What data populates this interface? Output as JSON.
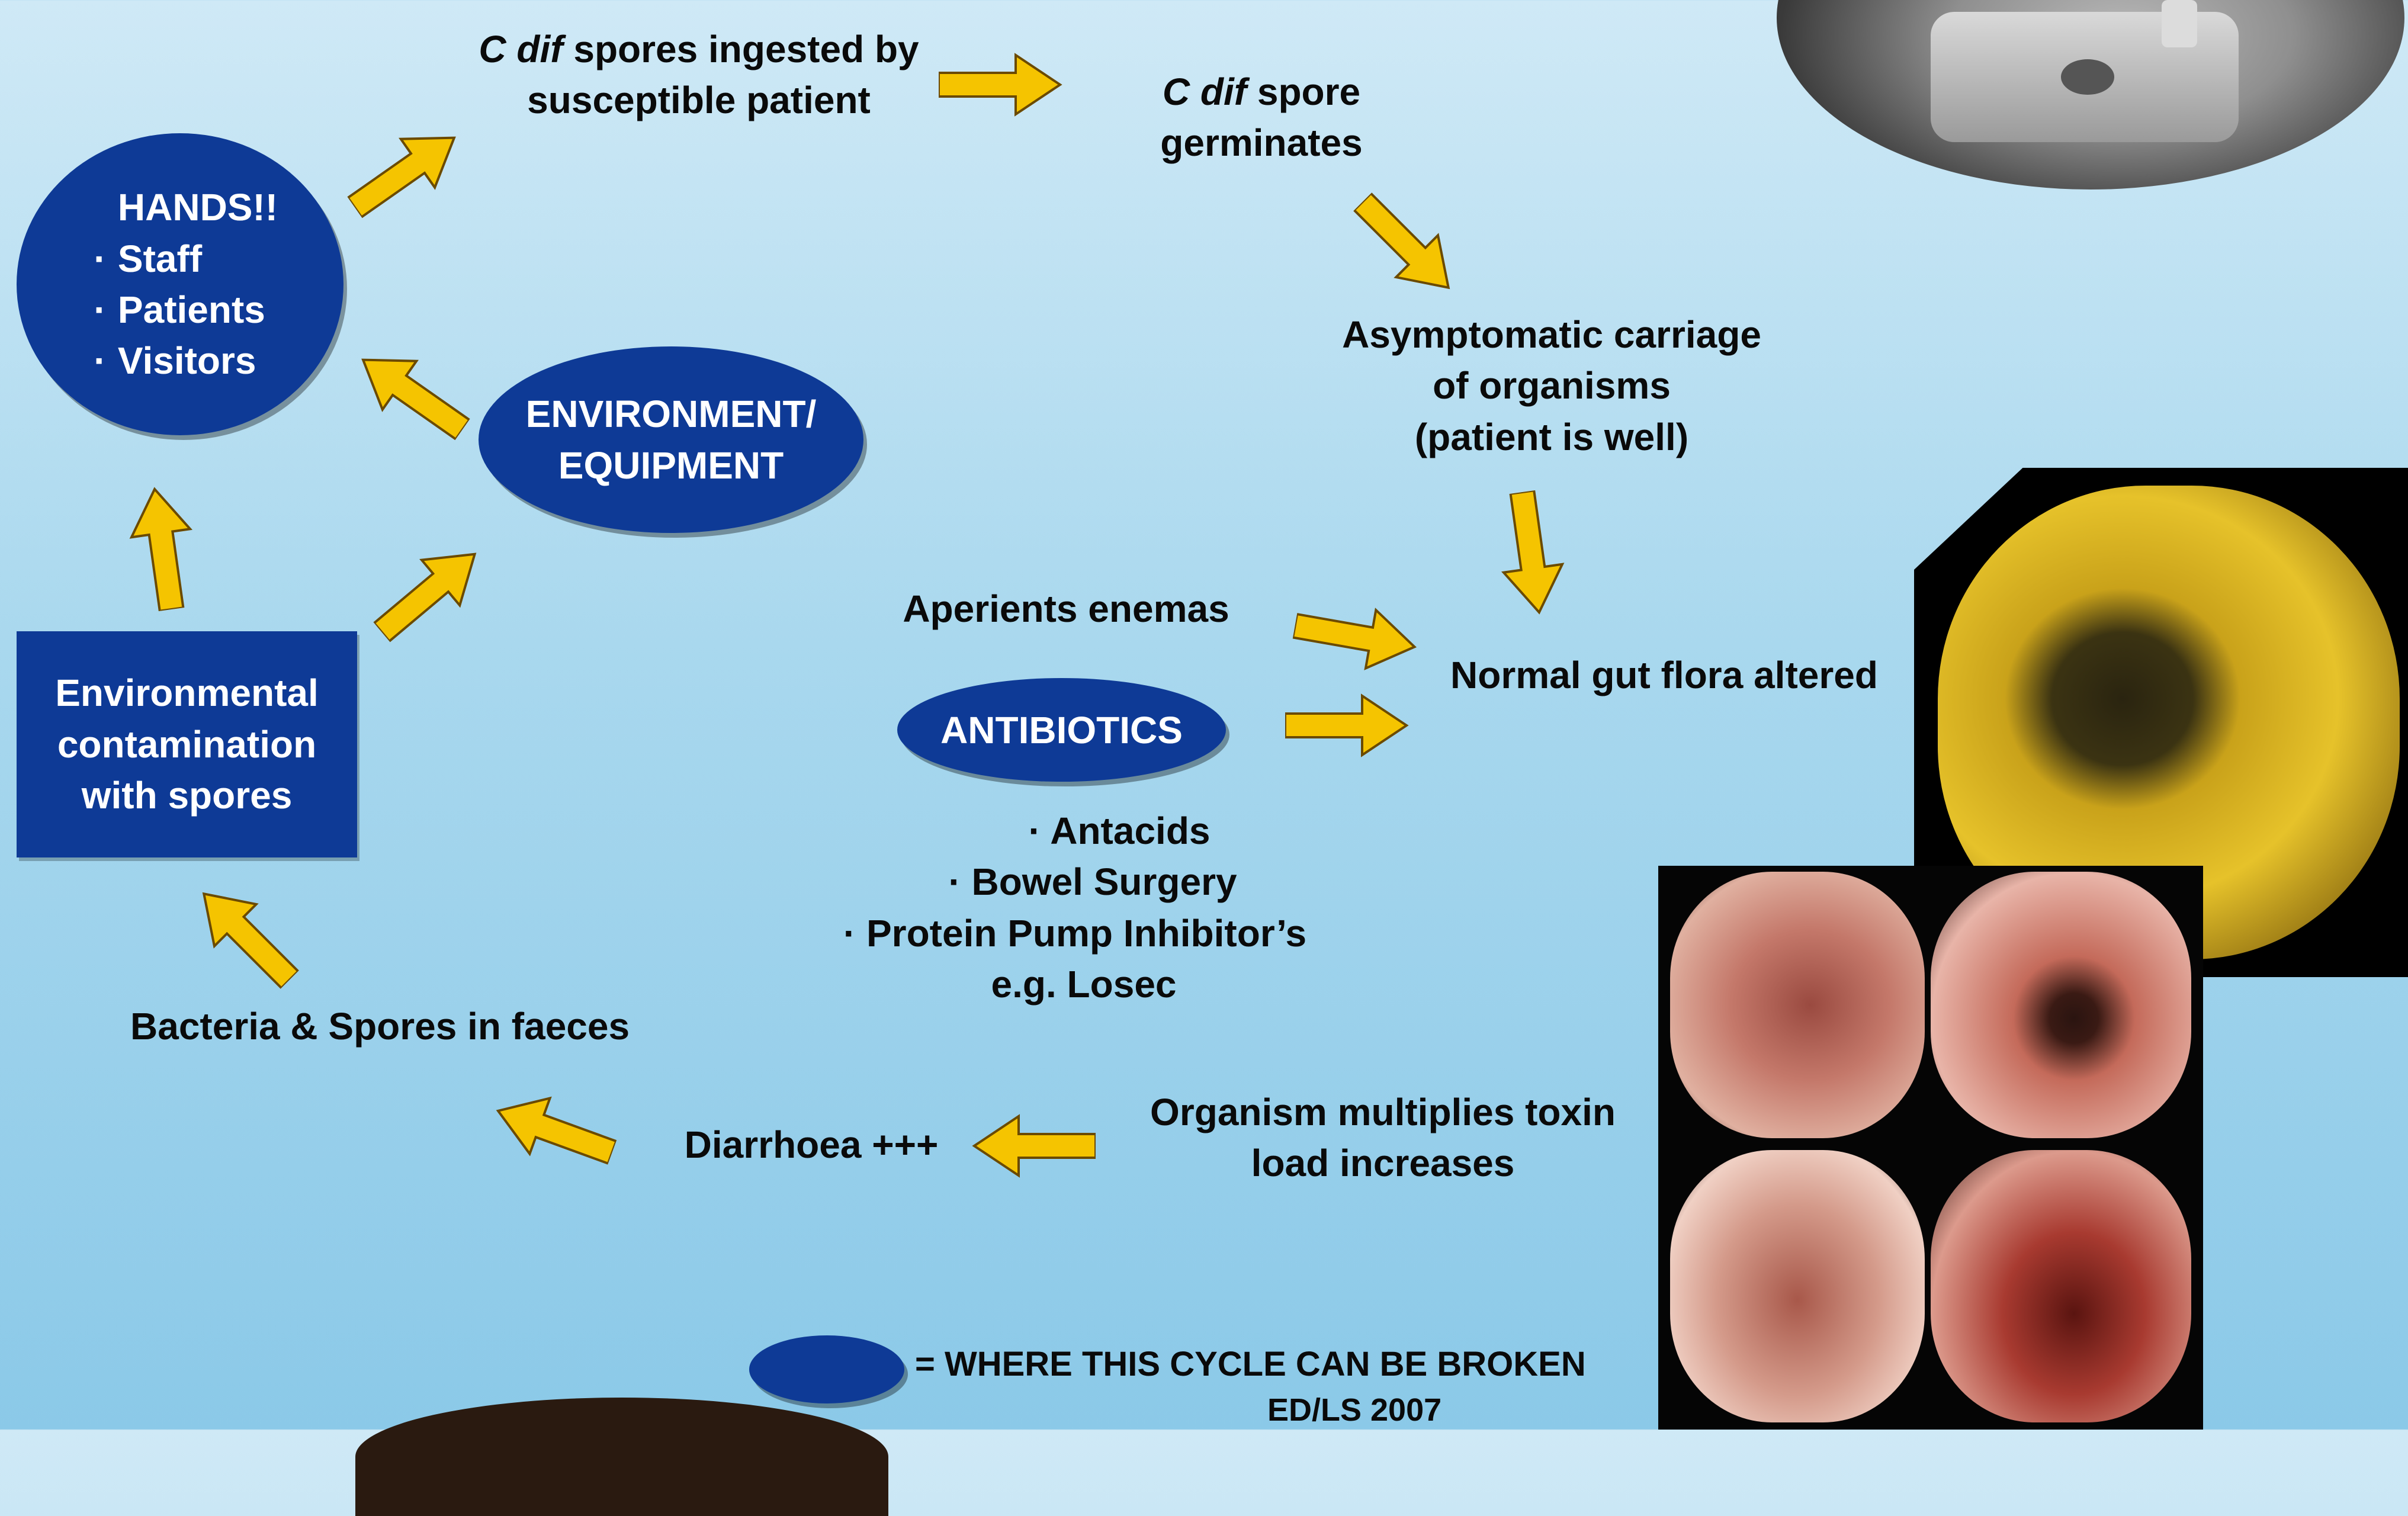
{
  "nodes": {
    "spores_ingested": {
      "prefix": "C dif",
      "text": " spores ingested by",
      "line2": "susceptible patient"
    },
    "spore_germinates": {
      "prefix": "C dif",
      "text": " spore",
      "line2": "germinates"
    },
    "asymptomatic": {
      "line1": "Asymptomatic carriage",
      "line2": "of organisms",
      "line3": "(patient is well)"
    },
    "gut_flora": "Normal gut flora altered",
    "aperients": "Aperients enemas",
    "antibiotics": "ANTIBIOTICS",
    "risk_factors": [
      "Antacids",
      "Bowel Surgery",
      "Protein Pump Inhibitor’s",
      "e.g. Losec"
    ],
    "organism_multiplies": {
      "line1": "Organism multiplies toxin",
      "line2": "load increases"
    },
    "diarrhoea": "Diarrhoea +++",
    "bacteria_faeces": "Bacteria & Spores in faeces",
    "env_contamination": {
      "line1": "Environmental",
      "line2": "contamination",
      "line3": "with spores"
    },
    "hands": {
      "title": "HANDS!!",
      "items": [
        "Staff",
        "Patients",
        "Visitors"
      ]
    },
    "environment": {
      "line1": "ENVIRONMENT/",
      "line2": "EQUIPMENT"
    }
  },
  "legend": {
    "text": "= WHERE THIS CYCLE CAN BE BROKEN",
    "credit": "ED/LS 2007"
  },
  "colors": {
    "oval": "#0e3a96",
    "arrow": "#f5c400",
    "background": "#a9d8ee"
  }
}
